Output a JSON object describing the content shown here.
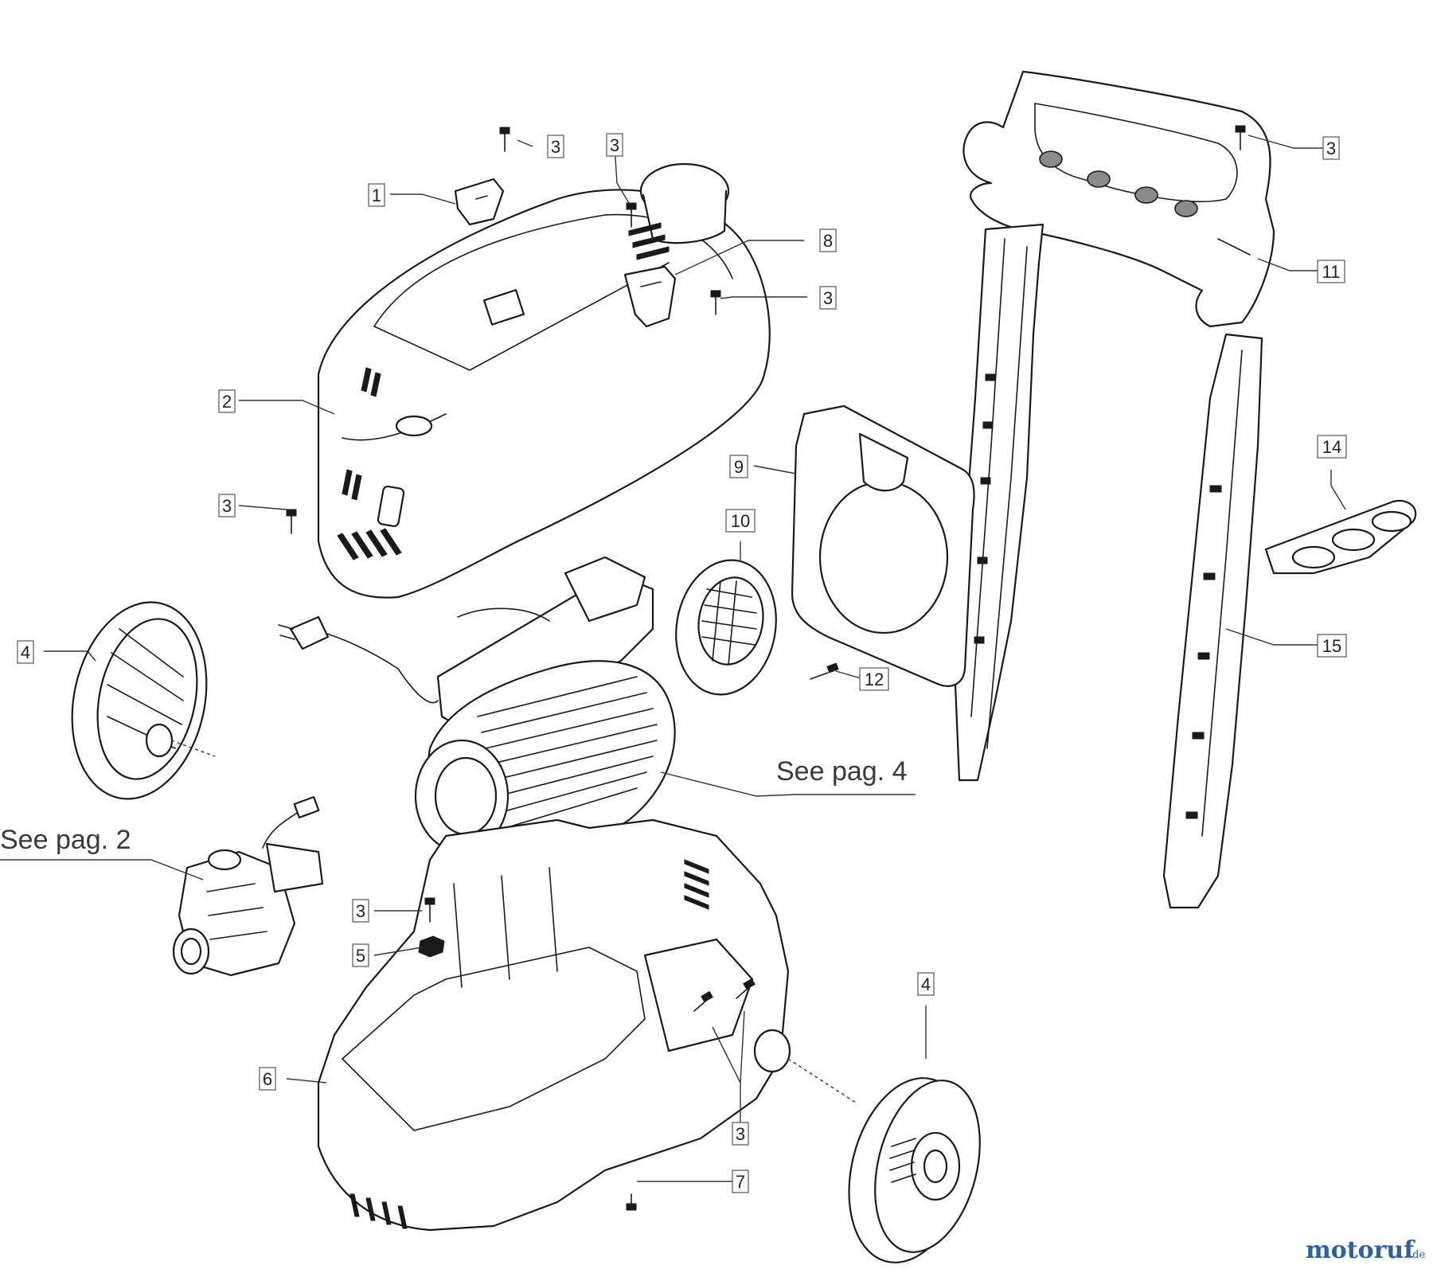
{
  "labels": {
    "p1": "1",
    "p2": "2",
    "p3": "3",
    "p4": "4",
    "p5": "5",
    "p6": "6",
    "p7": "7",
    "p8": "8",
    "p9": "9",
    "p10": "10",
    "p11": "11",
    "p12": "12",
    "p14": "14",
    "p15": "15"
  },
  "references": {
    "motor": "See pag. 4",
    "pump": "See pag. 2"
  },
  "watermark": {
    "brand": "motoruf",
    "tld": ".de",
    "color": "#2b5fa8",
    "accent": "#d24a3a"
  }
}
